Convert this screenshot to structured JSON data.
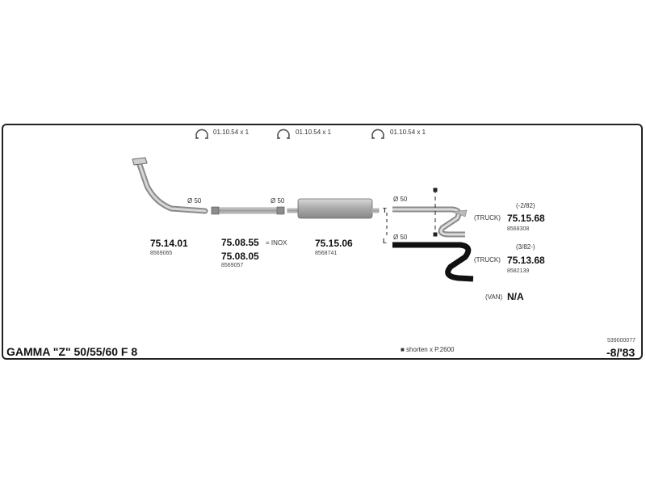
{
  "clamps": [
    {
      "label": "01.10.54 x 1"
    },
    {
      "label": "01.10.54 x 1"
    },
    {
      "label": "01.10.54 x 1"
    }
  ],
  "parts": {
    "front_pipe": {
      "code": "75.14.01",
      "ref": "8569065",
      "diameter": "Ø 50"
    },
    "middle_pipe": {
      "code_inox": "75.08.55",
      "inox_note": "= INOX",
      "code": "75.08.05",
      "ref": "8569057",
      "diameter": "Ø 50"
    },
    "silencer": {
      "code": "75.15.06",
      "ref": "8568741"
    },
    "tail_truck_early": {
      "prefix": "(TRUCK)",
      "code": "75.15.68",
      "date": "(-2/82)",
      "ref": "8568308",
      "diameter": "Ø 50"
    },
    "tail_truck_late": {
      "prefix": "(TRUCK)",
      "code": "75.13.68",
      "date": "(3/82-)",
      "ref": "8582139",
      "diameter": "Ø 50"
    },
    "van": {
      "prefix": "(VAN)",
      "code": "N/A"
    }
  },
  "markers": {
    "t": "T",
    "l": "L"
  },
  "footer": {
    "model": "GAMMA \"Z\" 50/55/60 F 8",
    "note": "■ shorten x P.2600",
    "catalog_no": "539000077",
    "year": "-8/'83"
  },
  "colors": {
    "pipe_light": "#b8b8b8",
    "pipe_dark": "#111111",
    "frame": "#222222"
  }
}
